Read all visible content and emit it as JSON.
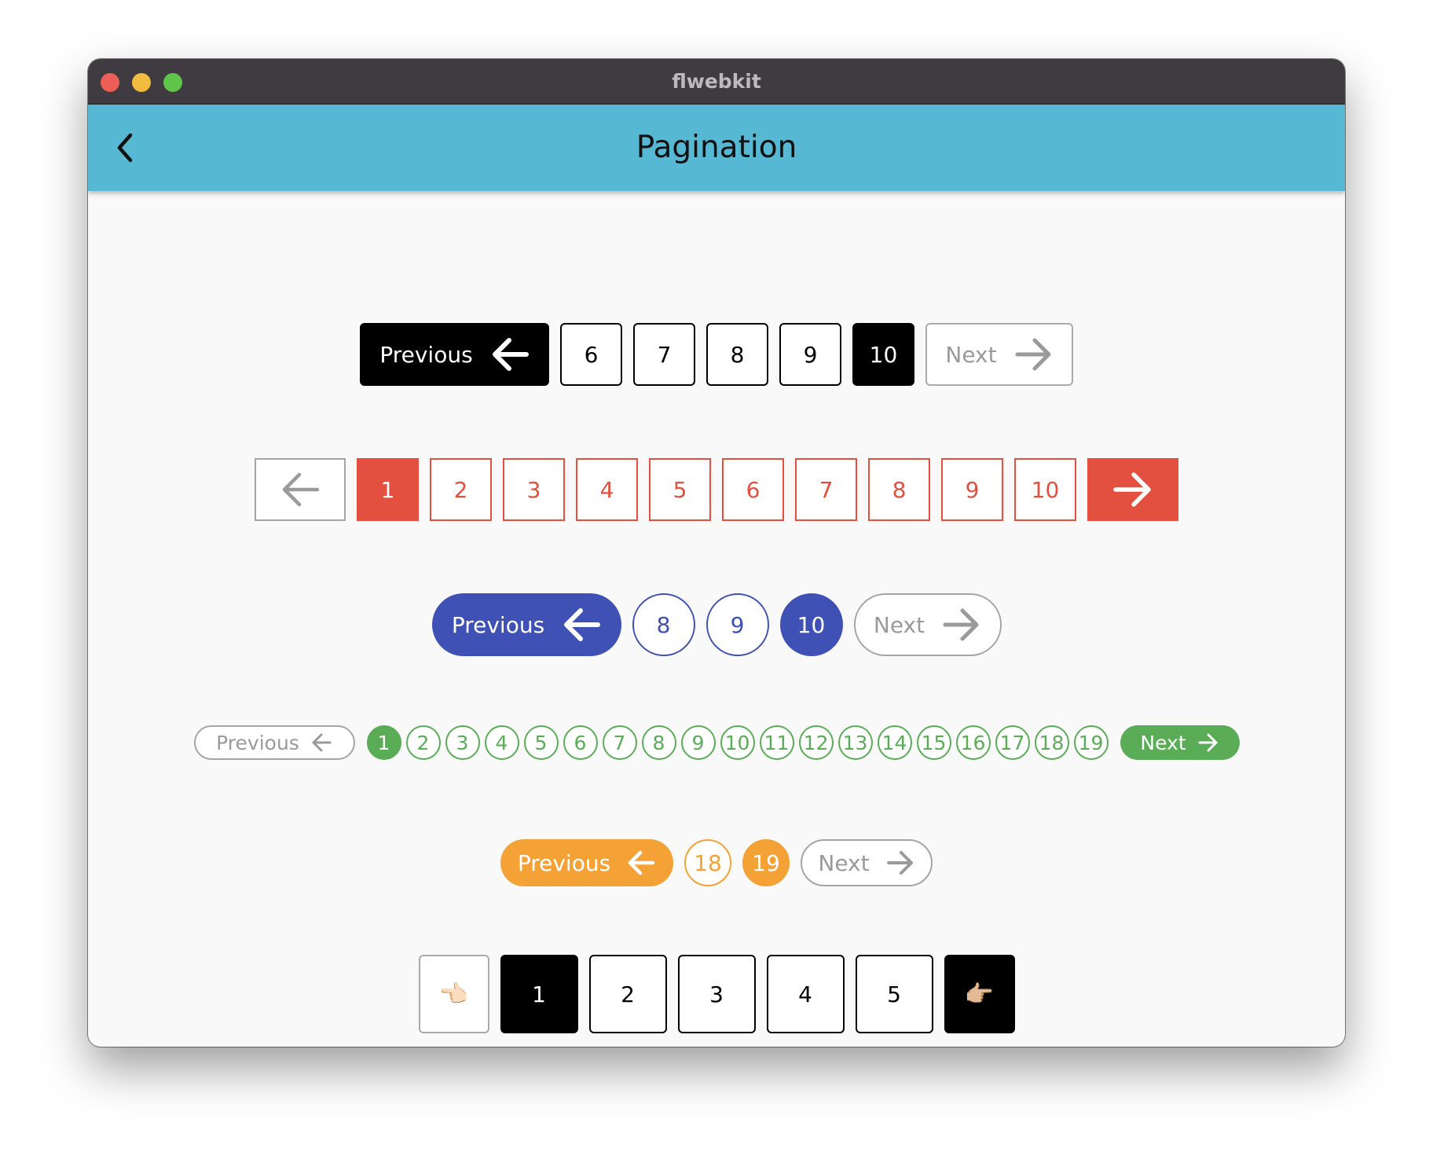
{
  "window": {
    "title": "flwebkit"
  },
  "appbar": {
    "title": "Pagination"
  },
  "row1": {
    "prev_label": "Previous",
    "next_label": "Next",
    "pages": [
      "6",
      "7",
      "8",
      "9",
      "10"
    ],
    "active_page": "10",
    "accent_color": "#000000"
  },
  "row2": {
    "pages": [
      "1",
      "2",
      "3",
      "4",
      "5",
      "6",
      "7",
      "8",
      "9",
      "10"
    ],
    "active_page": "1",
    "accent_color": "#e3503f"
  },
  "row3": {
    "prev_label": "Previous",
    "next_label": "Next",
    "pages": [
      "8",
      "9",
      "10"
    ],
    "active_page": "10",
    "accent_color": "#3f51b5"
  },
  "row4": {
    "prev_label": "Previous",
    "next_label": "Next",
    "pages": [
      "1",
      "2",
      "3",
      "4",
      "5",
      "6",
      "7",
      "8",
      "9",
      "10",
      "11",
      "12",
      "13",
      "14",
      "15",
      "16",
      "17",
      "18",
      "19"
    ],
    "active_page": "1",
    "accent_color": "#5aac57"
  },
  "row5": {
    "prev_label": "Previous",
    "next_label": "Next",
    "pages": [
      "18",
      "19"
    ],
    "active_page": "19",
    "accent_color": "#f4a236"
  },
  "row6": {
    "prev_icon": "👈🏻",
    "next_icon": "👉🏼",
    "pages": [
      "1",
      "2",
      "3",
      "4",
      "5"
    ],
    "active_page": "1",
    "accent_color": "#000000"
  }
}
